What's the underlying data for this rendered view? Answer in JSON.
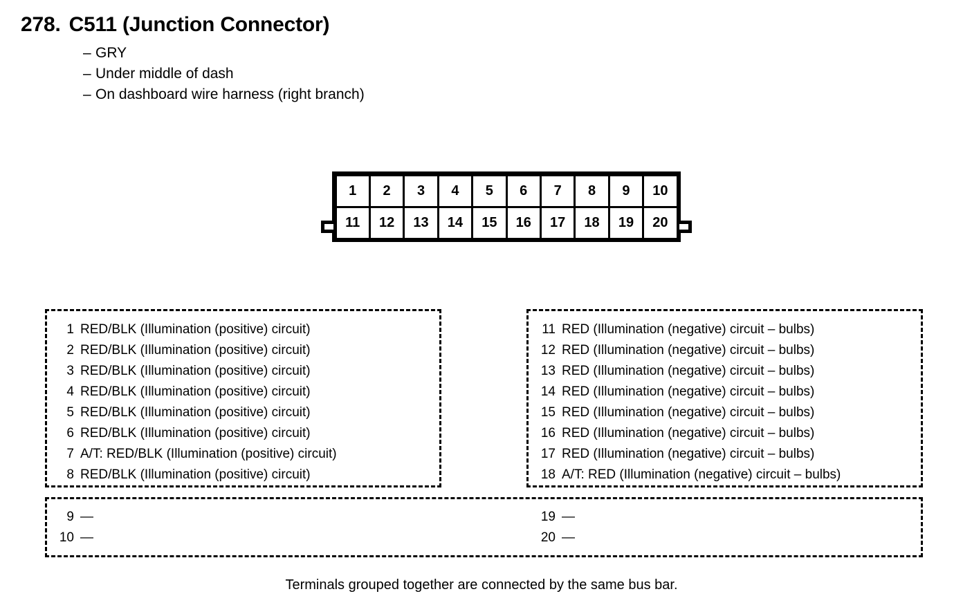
{
  "header": {
    "number": "278.",
    "title": "C511 (Junction Connector)",
    "bullets": [
      "GRY",
      "Under middle of dash",
      "On dashboard wire harness (right branch)"
    ],
    "bullet_dash": "–"
  },
  "connector": {
    "rows": [
      [
        "1",
        "2",
        "3",
        "4",
        "5",
        "6",
        "7",
        "8",
        "9",
        "10"
      ],
      [
        "11",
        "12",
        "13",
        "14",
        "15",
        "16",
        "17",
        "18",
        "19",
        "20"
      ]
    ]
  },
  "groups": {
    "left": [
      {
        "pin": "1",
        "desc": "RED/BLK (Illumination (positive) circuit)"
      },
      {
        "pin": "2",
        "desc": "RED/BLK (Illumination (positive) circuit)"
      },
      {
        "pin": "3",
        "desc": "RED/BLK (Illumination (positive) circuit)"
      },
      {
        "pin": "4",
        "desc": "RED/BLK (Illumination (positive) circuit)"
      },
      {
        "pin": "5",
        "desc": "RED/BLK (Illumination (positive) circuit)"
      },
      {
        "pin": "6",
        "desc": "RED/BLK (Illumination (positive) circuit)"
      },
      {
        "pin": "7",
        "desc": "A/T: RED/BLK (Illumination (positive) circuit)"
      },
      {
        "pin": "8",
        "desc": "RED/BLK (Illumination (positive) circuit)"
      }
    ],
    "right": [
      {
        "pin": "11",
        "desc": "RED (Illumination (negative) circuit – bulbs)"
      },
      {
        "pin": "12",
        "desc": "RED (Illumination (negative) circuit – bulbs)"
      },
      {
        "pin": "13",
        "desc": "RED (Illumination (negative) circuit – bulbs)"
      },
      {
        "pin": "14",
        "desc": "RED (Illumination (negative) circuit – bulbs)"
      },
      {
        "pin": "15",
        "desc": "RED (Illumination (negative) circuit – bulbs)"
      },
      {
        "pin": "16",
        "desc": "RED (Illumination (negative) circuit – bulbs)"
      },
      {
        "pin": "17",
        "desc": "RED (Illumination (negative) circuit – bulbs)"
      },
      {
        "pin": "18",
        "desc": "A/T: RED (Illumination (negative) circuit – bulbs)"
      }
    ],
    "bottom_left": [
      {
        "pin": "9",
        "desc": "—"
      },
      {
        "pin": "10",
        "desc": "—"
      }
    ],
    "bottom_right": [
      {
        "pin": "19",
        "desc": "—"
      },
      {
        "pin": "20",
        "desc": "—"
      }
    ]
  },
  "footer": {
    "note": "Terminals grouped together are connected by the same bus bar."
  }
}
